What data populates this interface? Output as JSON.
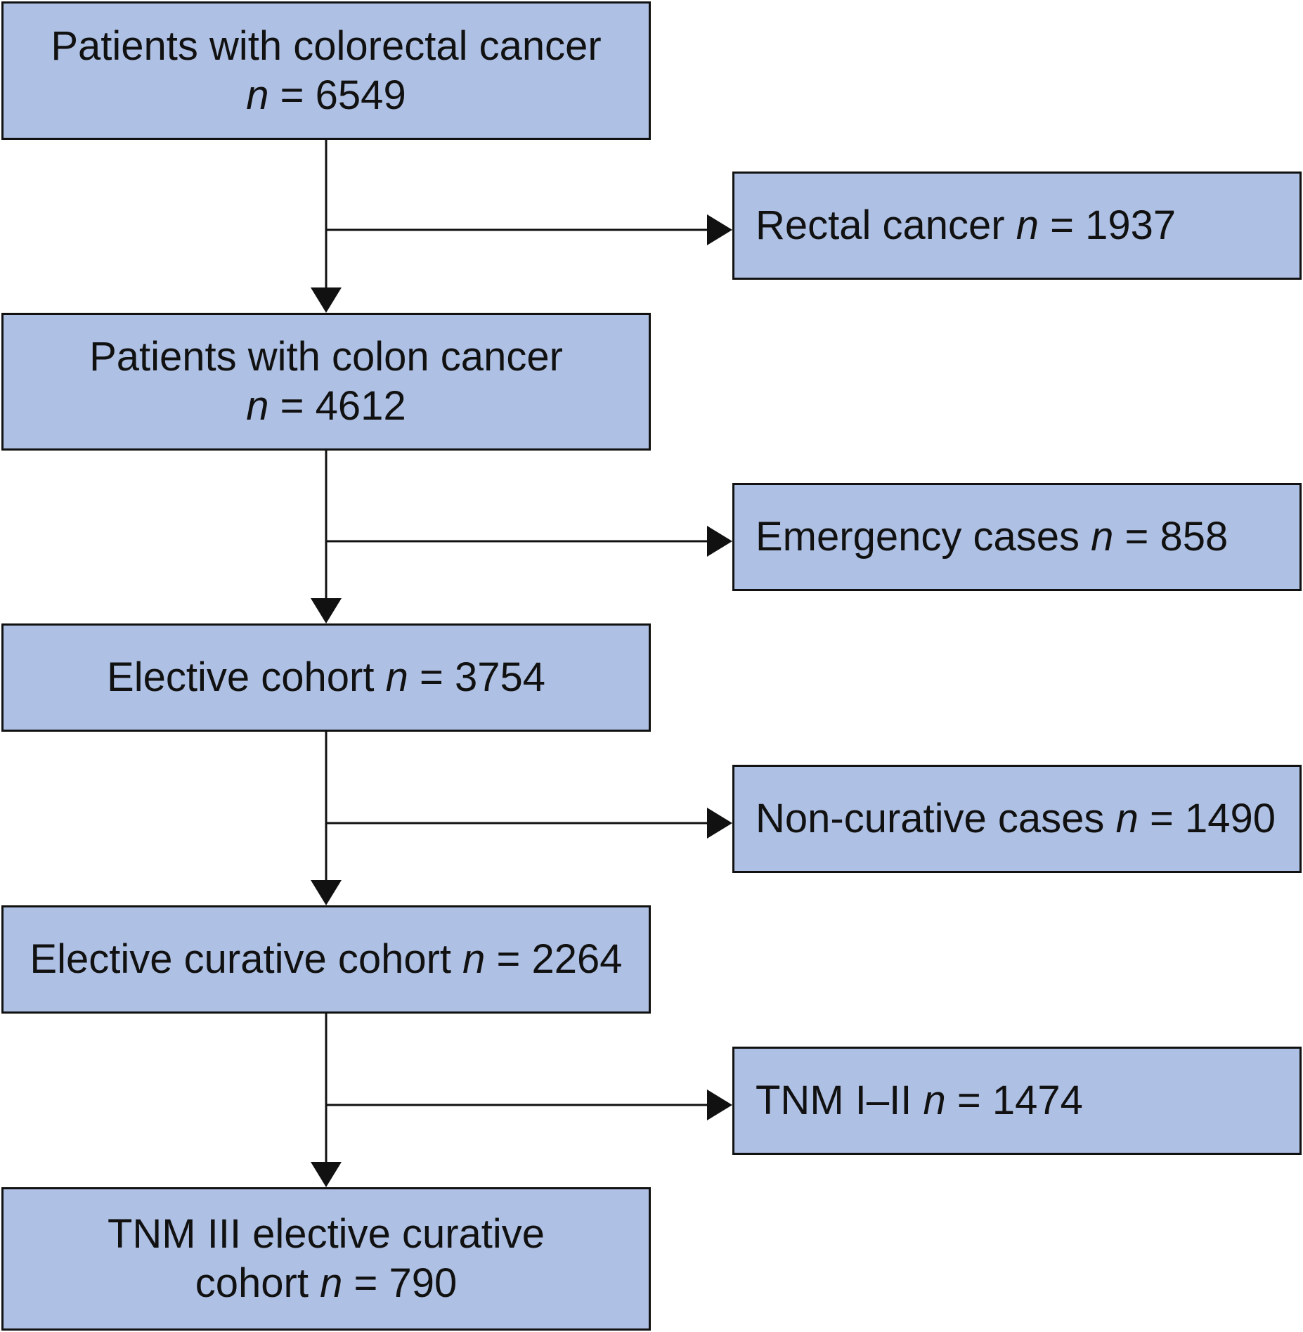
{
  "flowchart": {
    "main_boxes": [
      {
        "id": "colorectal",
        "lines": [
          {
            "text": "Patients with colorectal cancer",
            "n": ""
          },
          {
            "text": "",
            "n": "6549"
          }
        ]
      },
      {
        "id": "colon",
        "lines": [
          {
            "text": "Patients with colon cancer",
            "n": ""
          },
          {
            "text": "",
            "n": "4612"
          }
        ]
      },
      {
        "id": "elective",
        "lines": [
          {
            "text": "Elective cohort",
            "n": "3754"
          }
        ]
      },
      {
        "id": "elective-curative",
        "lines": [
          {
            "text": "Elective curative cohort",
            "n": "2264"
          }
        ]
      },
      {
        "id": "tnm3",
        "lines": [
          {
            "text": "TNM III elective curative",
            "n": ""
          },
          {
            "text": "cohort",
            "n": "790"
          }
        ]
      }
    ],
    "exclusion_boxes": [
      {
        "id": "rectal",
        "lines": [
          {
            "text": "Rectal cancer",
            "n": "1937"
          }
        ]
      },
      {
        "id": "emergency",
        "lines": [
          {
            "text": "Emergency cases",
            "n": "858"
          }
        ]
      },
      {
        "id": "non-curative",
        "lines": [
          {
            "text": "Non-curative cases",
            "n": "1490"
          }
        ]
      },
      {
        "id": "tnm1-2",
        "lines": [
          {
            "text": "TNM I–II",
            "n": "1474"
          }
        ]
      }
    ],
    "n_symbol": "n",
    "equals": "=",
    "colors": {
      "box_fill": "#aec0e3",
      "stroke": "#111111",
      "background": "#ffffff"
    }
  }
}
